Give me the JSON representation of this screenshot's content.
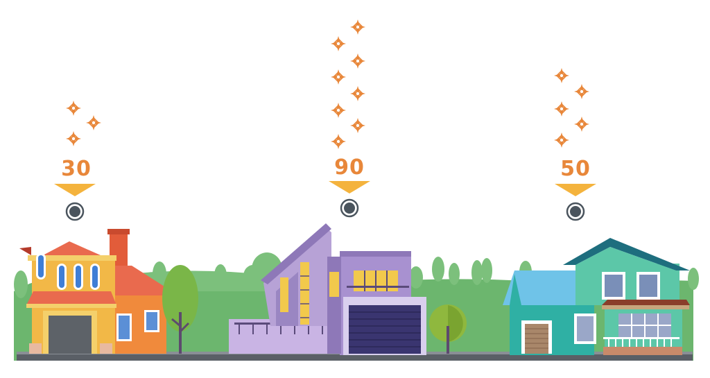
{
  "houses": [
    {
      "id": "left",
      "score": "30",
      "stars": 3
    },
    {
      "id": "center",
      "score": "90",
      "stars": 8
    },
    {
      "id": "right",
      "score": "50",
      "stars": 5
    }
  ],
  "colors": {
    "accent_orange": "#E8873A",
    "arrow_yellow": "#F4B33D",
    "pin_gray": "#4a545d",
    "grass": "#6CB66E",
    "road": "#5a5f66"
  }
}
